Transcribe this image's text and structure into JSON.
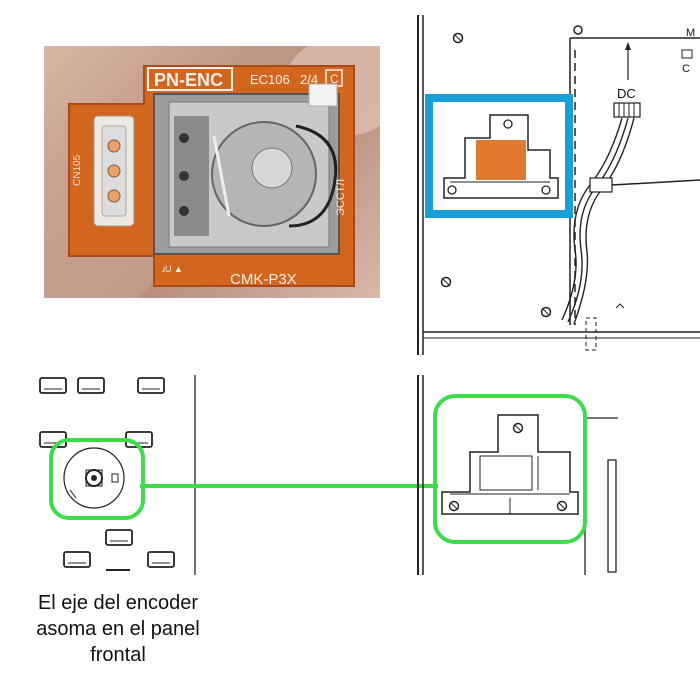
{
  "photo": {
    "board_label": "PN-ENC",
    "board_code": "EC106",
    "board_rev": "2/4",
    "board_letter": "C",
    "connector_label": "CN105",
    "bottom_label": "CMK-P3X",
    "side_label": "ЭССТЛ"
  },
  "schematic_top": {
    "dc_label": "DC",
    "corner_label_1": "M",
    "corner_label_2": "C"
  },
  "caption": {
    "text": "El eje del encoder\nasoma en el panel\nfrontal"
  },
  "colors": {
    "highlight_blue": "#1a9fd6",
    "highlight_green": "#3cdc4a",
    "encoder_orange": "#e07a2e",
    "pcb_orange": "#d2661f"
  }
}
